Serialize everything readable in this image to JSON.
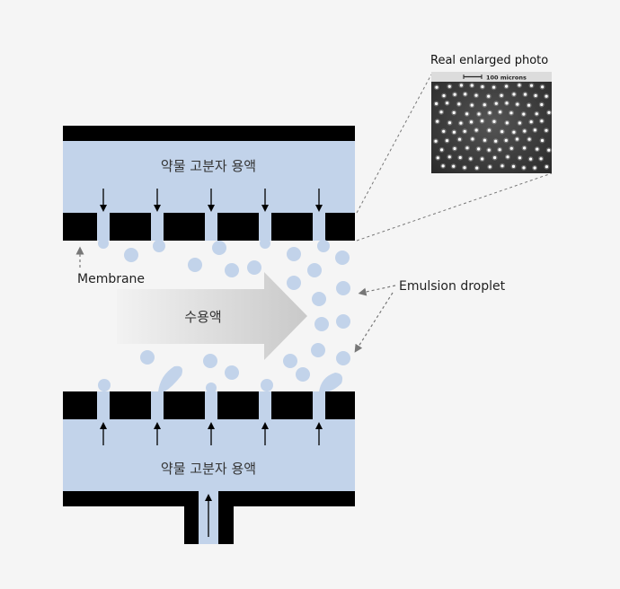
{
  "labels": {
    "top_solution": "약물 고분자 용액",
    "bottom_solution": "약물 고분자 용액",
    "aqueous_phase": "수용액",
    "membrane": "Membrane",
    "emulsion_droplet": "Emulsion droplet",
    "photo_title": "Real enlarged photo",
    "scale_bar": "100 microns"
  },
  "colors": {
    "background": "#f5f5f5",
    "solution_fill": "#c2d3ea",
    "membrane": "#000000",
    "droplet": "#c2d3ea",
    "arrow_gradient_start": "#f2f2f2",
    "arrow_gradient_end": "#c9c9c9",
    "photo_background": "#3a3a3a",
    "photo_dots": "#ffffff"
  }
}
